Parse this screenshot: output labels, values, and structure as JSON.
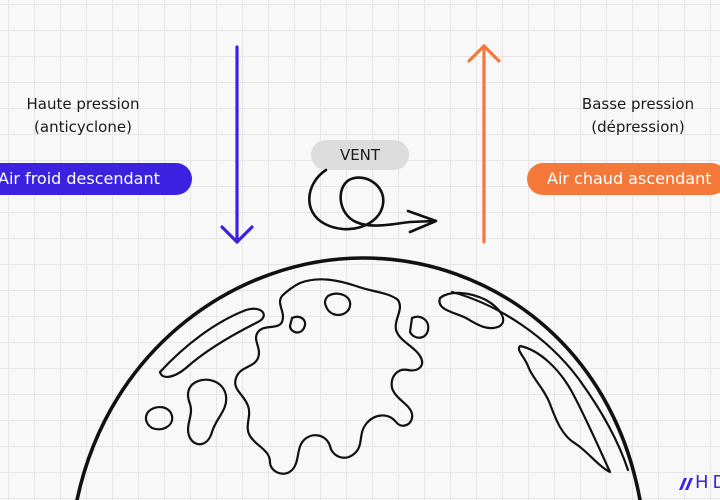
{
  "left_label": {
    "line1": "Haute pression",
    "line2": "(anticyclone)"
  },
  "right_label": {
    "line1": "Basse pression",
    "line2": "(dépression)"
  },
  "cold_air": "Air froid descendant",
  "warm_air": "Air chaud ascendant",
  "wind": "VENT",
  "logo": "HD",
  "colors": {
    "cold": "#3c22e0",
    "warm": "#f4783a",
    "pill_gray": "#dcdcdc",
    "ink": "#111111"
  },
  "icons": [
    "down-arrow-icon",
    "up-arrow-icon",
    "wind-swirl-icon",
    "globe-icon",
    "logo-mark-icon"
  ]
}
